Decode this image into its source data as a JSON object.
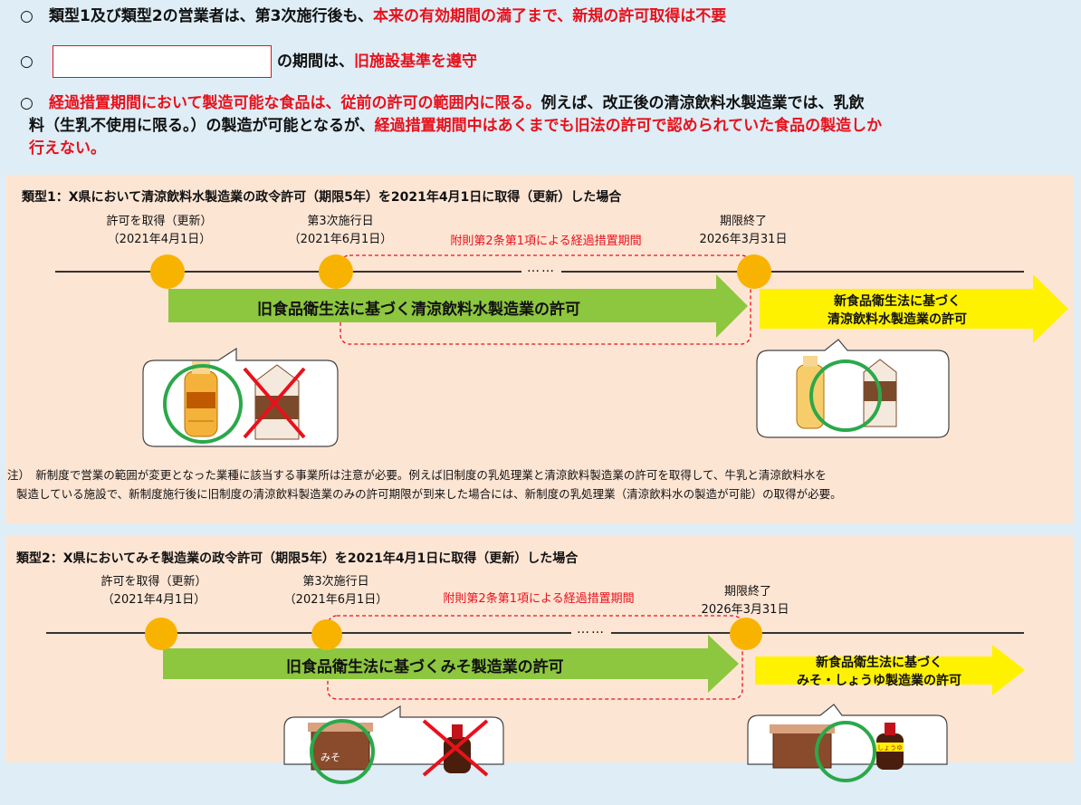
{
  "bullets": {
    "b1_mark": "○",
    "b1_black": "類型1及び類型2の営業者は、第3次施行後も、",
    "b1_red": "本来の有効期間の満了まで、新規の許可取得は不要",
    "b2_mark": "○",
    "b2_black": "の期間は、",
    "b2_red": "旧施設基準を遵守",
    "b3_mark": "○",
    "b3_red1": "経過措置期間において製造可能な食品は、従前の許可の範囲内に限る。",
    "b3_black1": "例えば、改正後の清涼飲料水製造業では、乳飲",
    "b3_black2": "料（生乳不使用に限る。）の製造が可能となるが、",
    "b3_red2": "経過措置期間中はあくまでも旧法の許可で認められていた食品の製造しか",
    "b3_red3": "行えない。"
  },
  "type1": {
    "title": "類型1：X県において清涼飲料水製造業の政令許可（期限5年）を2021年4月1日に取得（更新）した場合",
    "acq_label": "許可を取得（更新）",
    "acq_date": "（2021年4月1日）",
    "third_label": "第3次施行日",
    "third_date": "（2021年6月1日）",
    "transition": "附則第2条第1項による経過措置期間",
    "expiry_label": "期限終了",
    "expiry_date": "2026年3月31日",
    "dots": "……",
    "old_permit": "旧食品衛生法に基づく清涼飲料水製造業の許可",
    "new_permit_1": "新食品衛生法に基づく",
    "new_permit_2": "清涼飲料水製造業の許可",
    "note_1": "注）　新制度で営業の範囲が変更となった業種に該当する事業所は注意が必要。例えば旧制度の乳処理業と清涼飲料製造業の許可を取得して、牛乳と清涼飲料水を",
    "note_2": "製造している施設で、新制度施行後に旧制度の清涼飲料製造業のみの許可期限が到来した場合には、新制度の乳処理業（清涼飲料水の製造が可能）の取得が必要。"
  },
  "type2": {
    "title": "類型2：X県においてみそ製造業の政令許可（期限5年）を2021年4月1日に取得（更新）した場合",
    "acq_label": "許可を取得（更新）",
    "acq_date": "（2021年4月1日）",
    "third_label": "第3次施行日",
    "third_date": "（2021年6月1日）",
    "transition": "附則第2条第1項による経過措置期間",
    "expiry_label": "期限終了",
    "expiry_date": "2026年3月31日",
    "dots": "……",
    "old_permit": "旧食品衛生法に基づくみそ製造業の許可",
    "new_permit_1": "新食品衛生法に基づく",
    "new_permit_2": "みそ・しょうゆ製造業の許可",
    "miso_label": "みそ",
    "soy_label": "しょうゆ"
  },
  "colors": {
    "background": "#deedf6",
    "panel": "#fde5d4",
    "red_text": "#e8111b",
    "green_arrow": "#8dc63f",
    "yellow_arrow": "#fff200",
    "dot": "#f8b300",
    "circle_ok": "#2ba84a",
    "cross_ng": "#e8111b"
  }
}
